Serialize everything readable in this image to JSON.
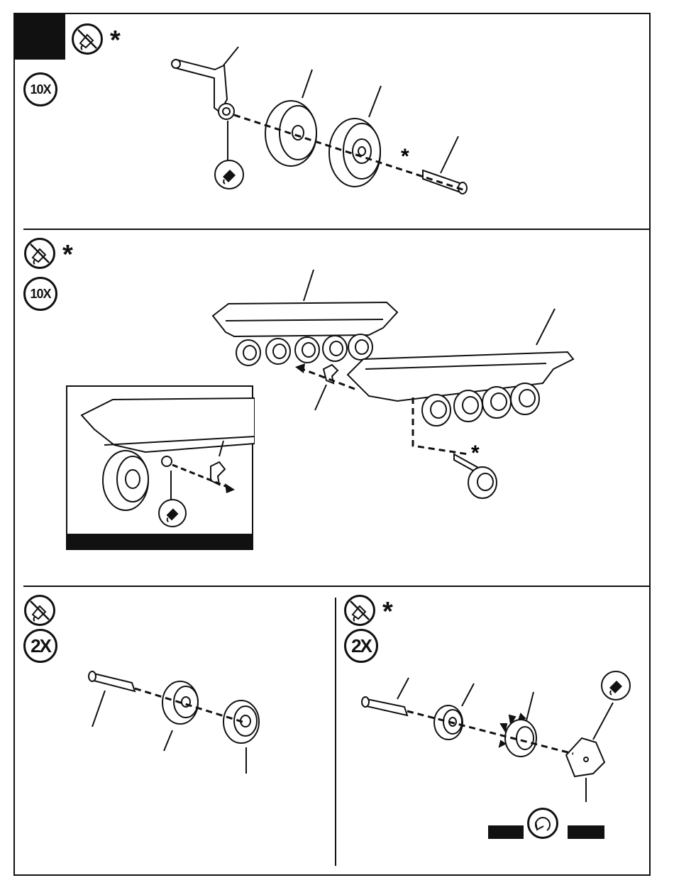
{
  "page": {
    "background": "#ffffff",
    "ink": "#111111"
  },
  "step_1": {
    "multiplier": "10X",
    "note_marker": "*"
  },
  "step_2": {
    "multiplier": "10X",
    "note_marker": "*"
  },
  "step_3": {
    "multiplier": "2X"
  },
  "step_4": {
    "multiplier": "2X",
    "note_marker": "*"
  },
  "icons": [
    "no-glue-icon",
    "glue-tube-icon",
    "rotate-arrow-icon"
  ]
}
